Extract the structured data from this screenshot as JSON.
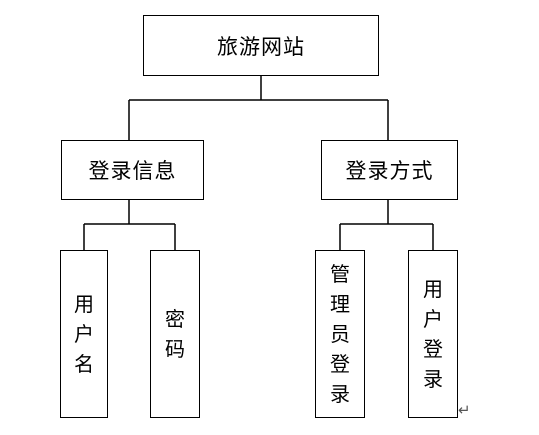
{
  "diagram": {
    "root": {
      "label": "旅游网站"
    },
    "groups": [
      {
        "label": "登录信息",
        "children": [
          {
            "label": "用\n户\n名"
          },
          {
            "label": "密\n码"
          }
        ]
      },
      {
        "label": "登录方式",
        "children": [
          {
            "label": "管\n理\n员\n登\n录"
          },
          {
            "label": "用\n户\n登\n录"
          }
        ]
      }
    ],
    "paragraph_mark": "↵"
  },
  "colors": {
    "line": "#000000",
    "box_border": "#000000",
    "background": "#ffffff"
  }
}
